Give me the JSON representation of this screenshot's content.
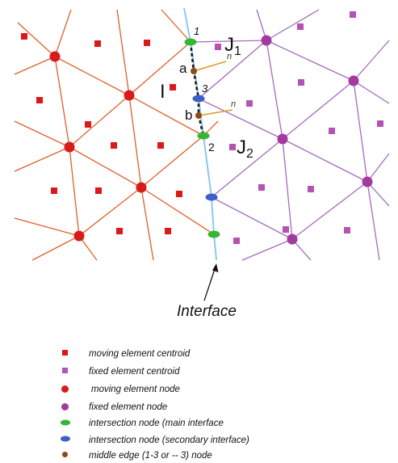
{
  "diagram": {
    "labels": {
      "node_1": "1",
      "node_2": "2",
      "node_3": "3",
      "node_a": "a",
      "node_b": "b",
      "normal_top": "n",
      "normal_bottom": "n",
      "element_I": "I",
      "element_J1": "J",
      "element_J1_sub": "1",
      "element_J2": "J",
      "element_J2_sub": "2",
      "interface_caption": "Interface"
    },
    "colors": {
      "moving_mesh": "#e0602a",
      "fixed_mesh": "#a46bbf",
      "moving_centroid": "#dc1818",
      "fixed_centroid": "#b552b5",
      "moving_node": "#d81b1b",
      "fixed_node": "#a23a9f",
      "main_intersection": "#35b735",
      "secondary_intersection": "#3f5fc8",
      "middle_edge": "#8b4a16",
      "interface_line": "#8fc8ec",
      "normal_line": "#e09a2a",
      "dashed_edge": "#1a1a1a"
    }
  },
  "legend": {
    "items": [
      {
        "symbol": "moving-centroid",
        "label": "moving element centroid"
      },
      {
        "symbol": "fixed-centroid",
        "label": "fixed element centroid"
      },
      {
        "symbol": "moving-node",
        "label": "moving element node"
      },
      {
        "symbol": "fixed-node",
        "label": "fixed element node"
      },
      {
        "symbol": "main-intersection",
        "label": "intersection node (main interface"
      },
      {
        "symbol": "secondary-intersection",
        "label": "intersection node (secondary interface)"
      },
      {
        "symbol": "middle-edge-node",
        "label": "middle edge (1-3 or -- 3) node"
      }
    ]
  }
}
